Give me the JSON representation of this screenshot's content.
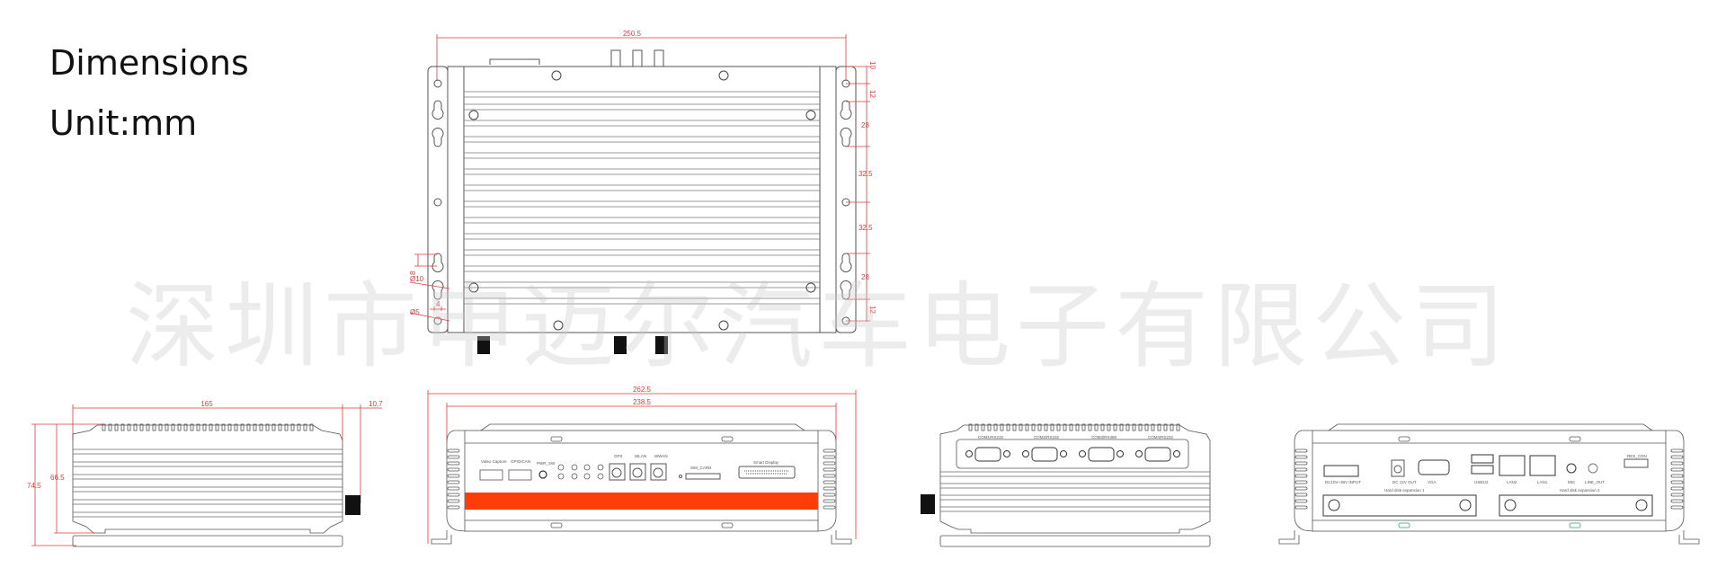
{
  "header": {
    "title": "Dimensions",
    "unit": "Unit:mm"
  },
  "watermark": "深圳市申迈尔汽车电子有限公司",
  "colors": {
    "dimension_line": "#e23a3a",
    "accent_stripe": "#ff3d0a",
    "outline": "#555555"
  },
  "top_view": {
    "width_dim": "250.5",
    "right_dims": [
      "10",
      "12",
      "28",
      "32.5",
      "32.5",
      "28",
      "12"
    ],
    "left_dims": [
      "8",
      "Ø10",
      "4",
      "Ø5"
    ]
  },
  "side_view": {
    "length_dim": "165",
    "connector_dim": "10.7",
    "total_height_dim": "74.5",
    "body_height_dim": "66.5"
  },
  "front_view": {
    "overall_width_dim": "262.5",
    "body_width_dim": "238.5",
    "labels": {
      "video_capture": "Video Capture",
      "gpio_can": "GPIO/CAN",
      "pwr_sw": "PWR_SW",
      "gps": "GPS",
      "wlan": "WLAN",
      "wwan": "WWAN",
      "sim_card": "SIM_CARD",
      "smart_display": "Smart Display"
    }
  },
  "rear_view": {
    "com_ports": [
      "COM1/RS232",
      "COM2/RS232",
      "COM3/RS485",
      "COM4/RS232"
    ]
  },
  "back_view": {
    "labels": {
      "dc_input": "DC10V~36V INPUT",
      "dc_out": "DC 12V OUT",
      "vga": "VGA",
      "usb": "USB1/2",
      "lan2": "LAN2",
      "lan1": "LAN1",
      "mic": "MIC",
      "line_out": "LINE_OUT",
      "res_con": "RES_CON",
      "hdd1": "Hard disk expansion 1",
      "hdd2": "Hard disk expansion 2"
    }
  }
}
